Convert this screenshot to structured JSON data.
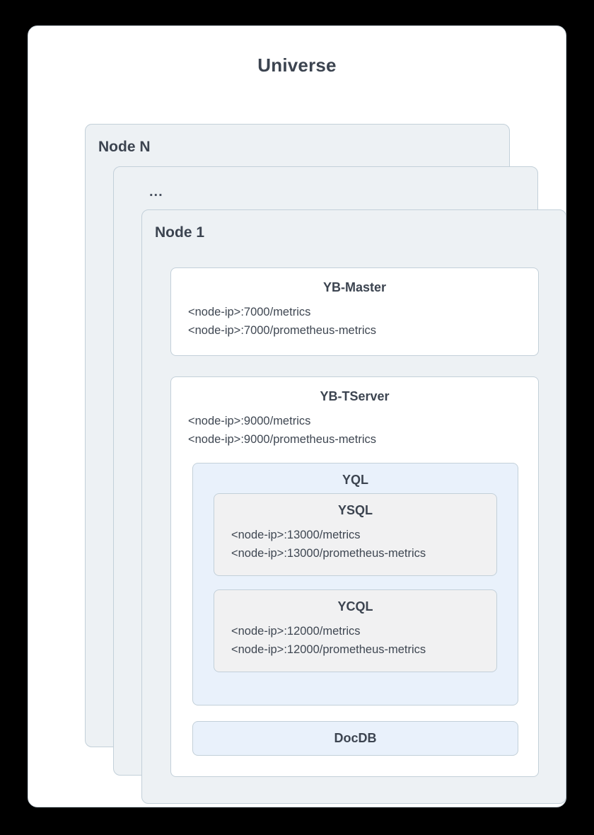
{
  "diagram": {
    "title": "Universe",
    "nodes": [
      {
        "label": "Node N"
      },
      {
        "label": "..."
      },
      {
        "label": "Node 1"
      }
    ],
    "components": {
      "yb_master": {
        "title": "YB-Master",
        "endpoints": [
          "<node-ip>:7000/metrics",
          "<node-ip>:7000/prometheus-metrics"
        ]
      },
      "yb_tserver": {
        "title": "YB-TServer",
        "endpoints": [
          "<node-ip>:9000/metrics",
          "<node-ip>:9000/prometheus-metrics"
        ]
      },
      "yql": {
        "title": "YQL"
      },
      "ysql": {
        "title": "YSQL",
        "endpoints": [
          "<node-ip>:13000/metrics",
          "<node-ip>:13000/prometheus-metrics"
        ]
      },
      "ycql": {
        "title": "YCQL",
        "endpoints": [
          "<node-ip>:12000/metrics",
          "<node-ip>:12000/prometheus-metrics"
        ]
      },
      "docdb": {
        "title": "DocDB"
      }
    }
  },
  "colors": {
    "page_background": "#000000",
    "card_background": "#ffffff",
    "node_panel_fill": "#edf1f4",
    "border": "#c3d0d9",
    "blue_fill": "#e9f1fb",
    "gray_fill": "#f1f1f2",
    "text": "#3c4450"
  }
}
